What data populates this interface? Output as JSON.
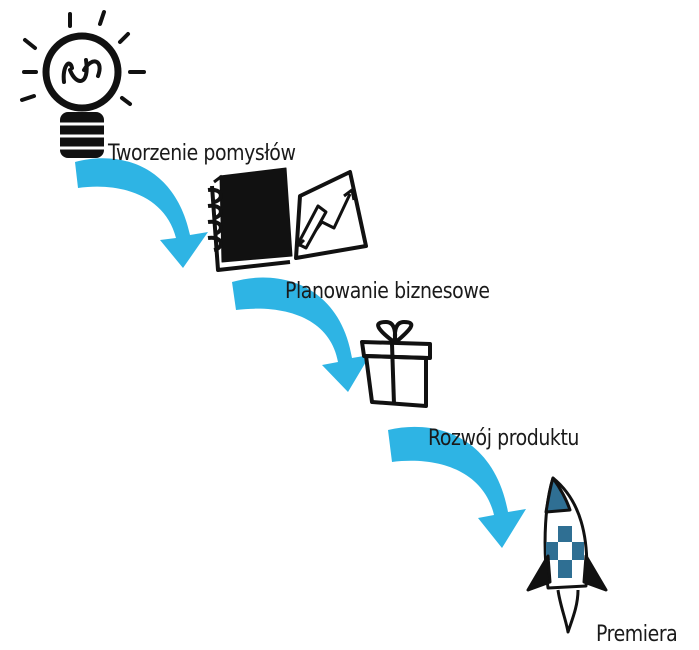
{
  "colors": {
    "arrow": "#2eb4e4",
    "ink": "#111111",
    "rocket_accent": "#2f6f93"
  },
  "steps": [
    {
      "label": "Tworzenie pomysłów",
      "icon": "lightbulb-icon"
    },
    {
      "label": "Planowanie biznesowe",
      "icon": "notebook-and-chart-icon"
    },
    {
      "label": "Rozwój produktu",
      "icon": "gift-box-icon"
    },
    {
      "label": "Premiera",
      "icon": "rocket-icon"
    }
  ]
}
